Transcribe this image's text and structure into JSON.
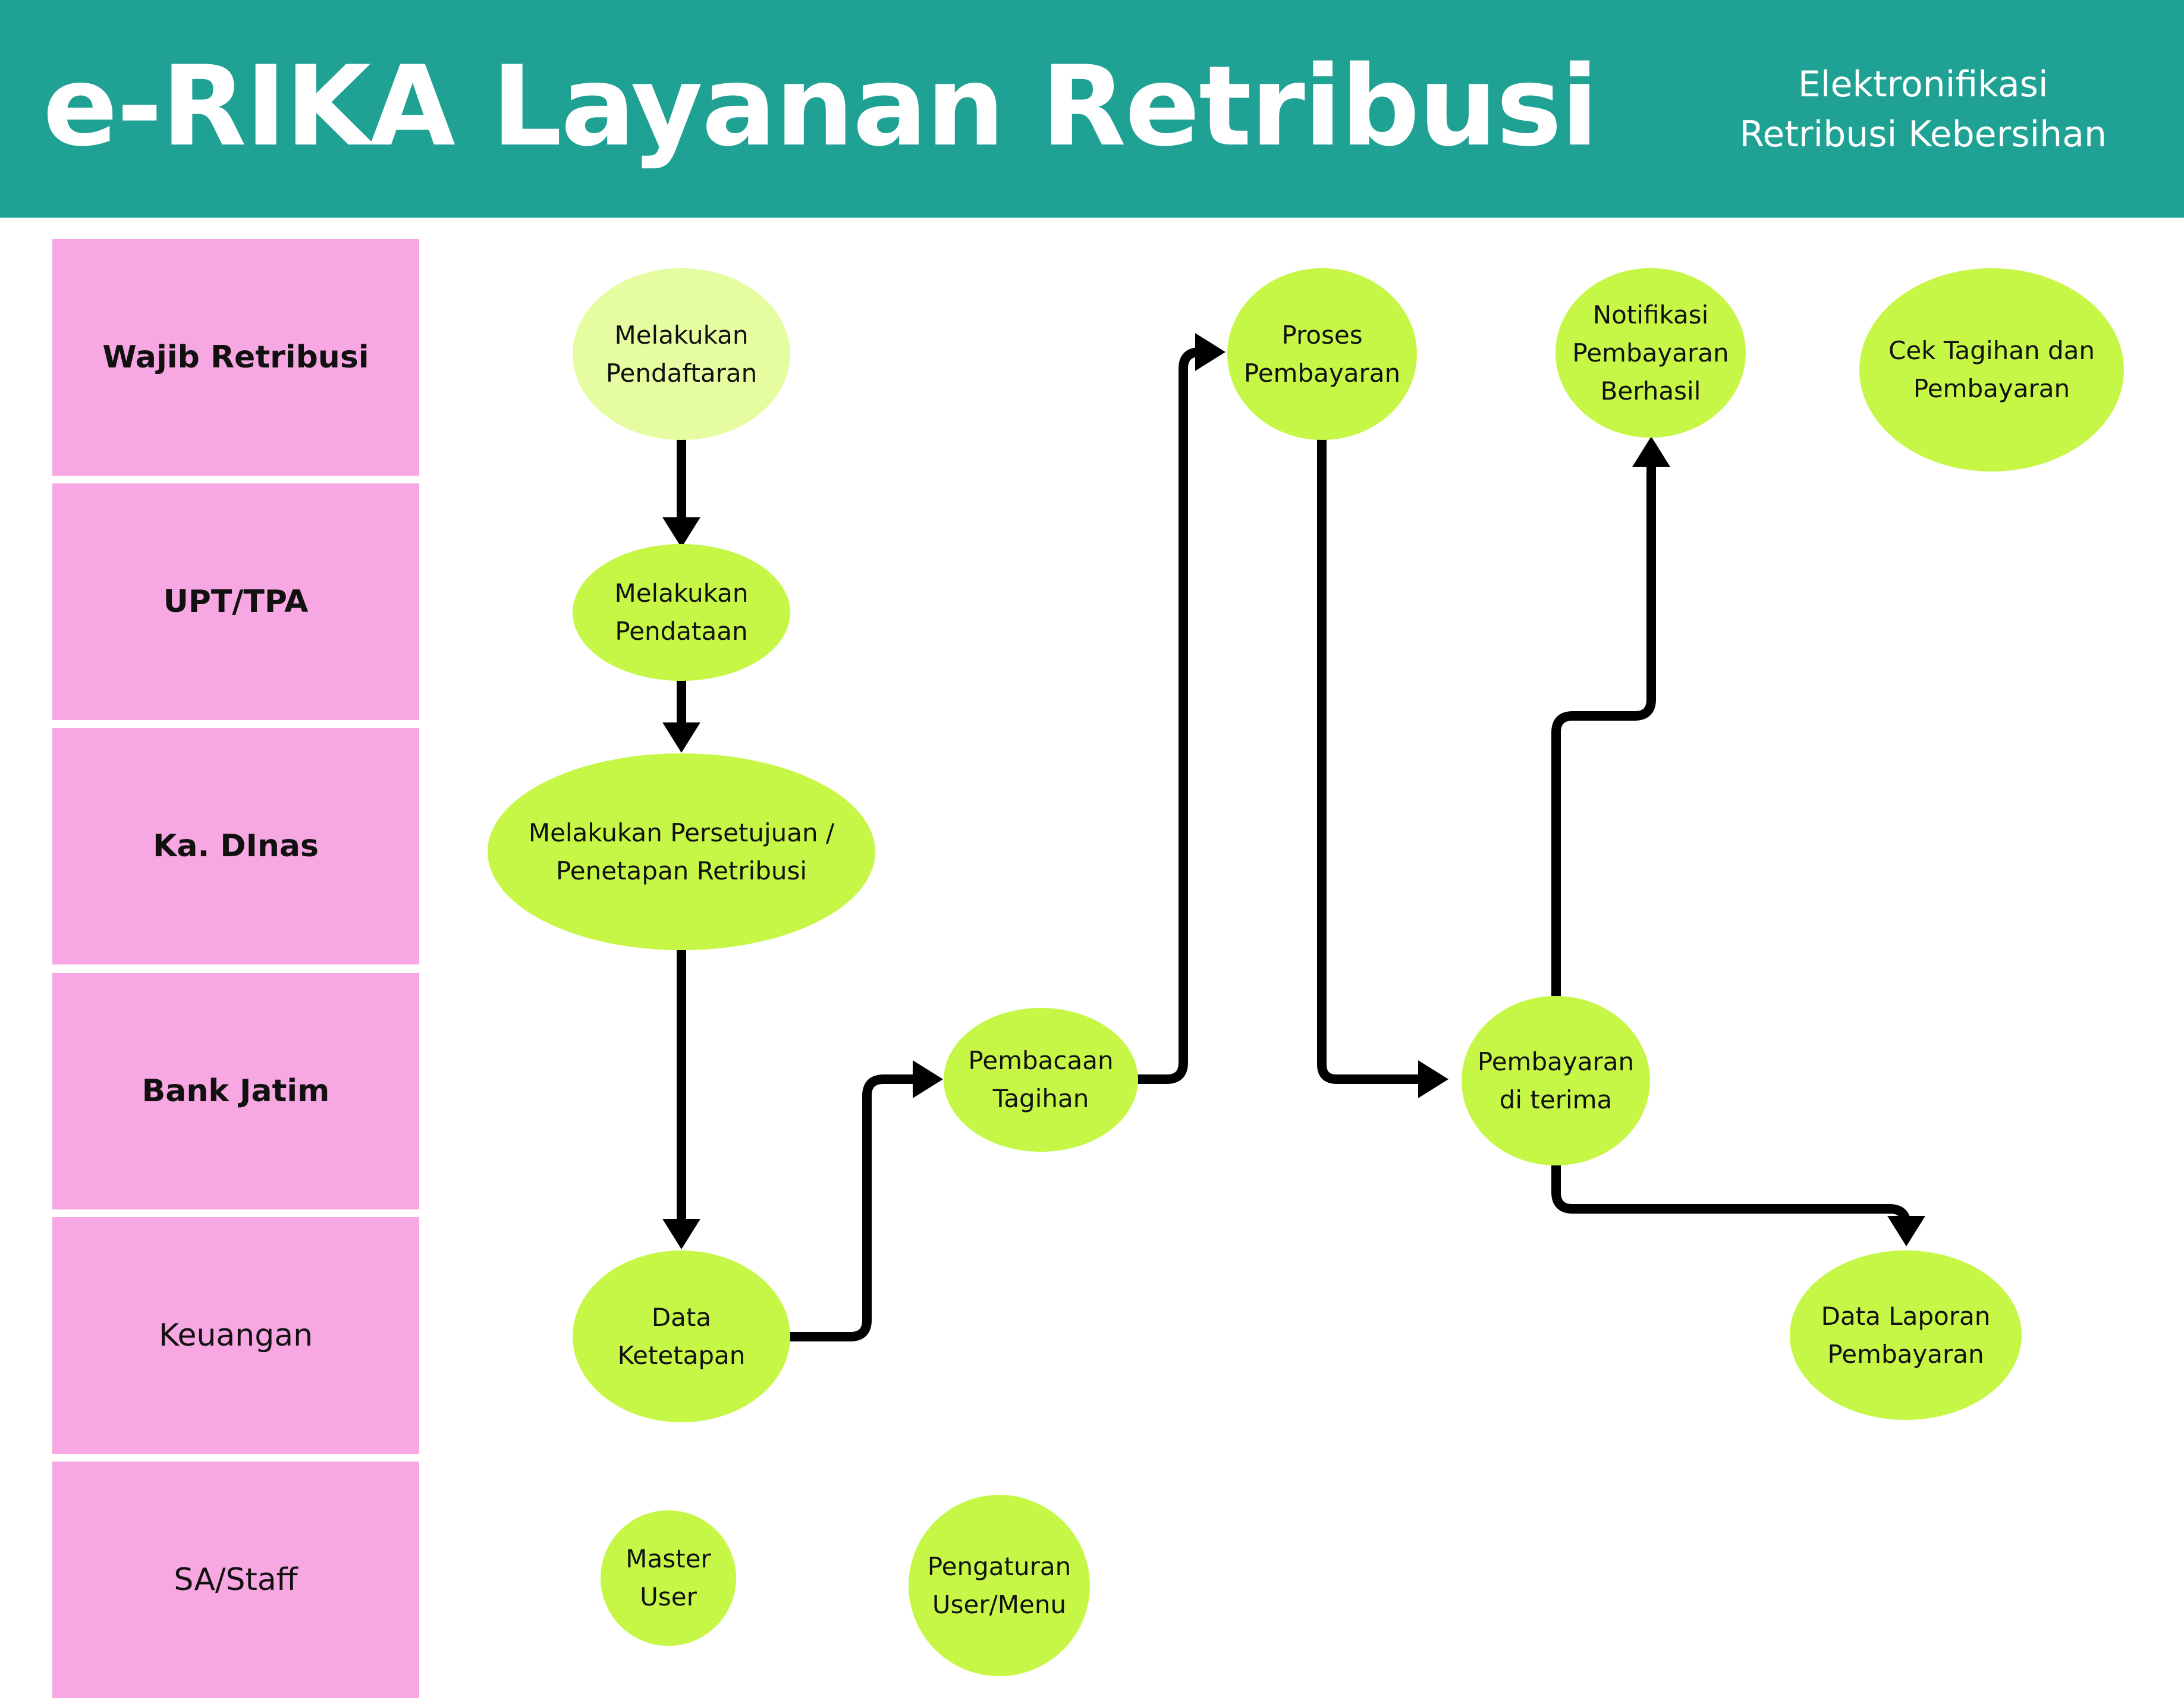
{
  "header": {
    "title": "e-RIKA Layanan Retribusi",
    "subtitle_line1": "Elektronifikasi",
    "subtitle_line2": "Retribusi Kebersihan"
  },
  "colors": {
    "header_bg": "#1fa194",
    "lane_bg": "#f7a7e1",
    "node_fill": "#c6f746",
    "node_fill_start": "#e5fda0",
    "connector": "#000000"
  },
  "lanes": [
    "Wajib Retribusi",
    "UPT/TPA",
    "Ka. DInas",
    "Bank Jatim",
    "Keuangan",
    "SA/Staff"
  ],
  "nodes": {
    "melakukan_pendaftaran": "Melakukan\nPendaftaran",
    "melakukan_pendataan": "Melakukan\nPendataan",
    "persetujuan": "Melakukan Persetujuan /\nPenetapan Retribusi",
    "data_ketetapan": "Data\nKetetapan",
    "pembacaan_tagihan": "Pembacaan\nTagihan",
    "proses_pembayaran": "Proses\nPembayaran",
    "pembayaran_diterima": "Pembayaran\ndi terima",
    "notifikasi": "Notifikasi\nPembayaran\nBerhasil",
    "cek_tagihan": "Cek Tagihan dan\nPembayaran",
    "data_laporan": "Data Laporan\nPembayaran",
    "master_user": "Master\nUser",
    "pengaturan": "Pengaturan\nUser/Menu"
  }
}
